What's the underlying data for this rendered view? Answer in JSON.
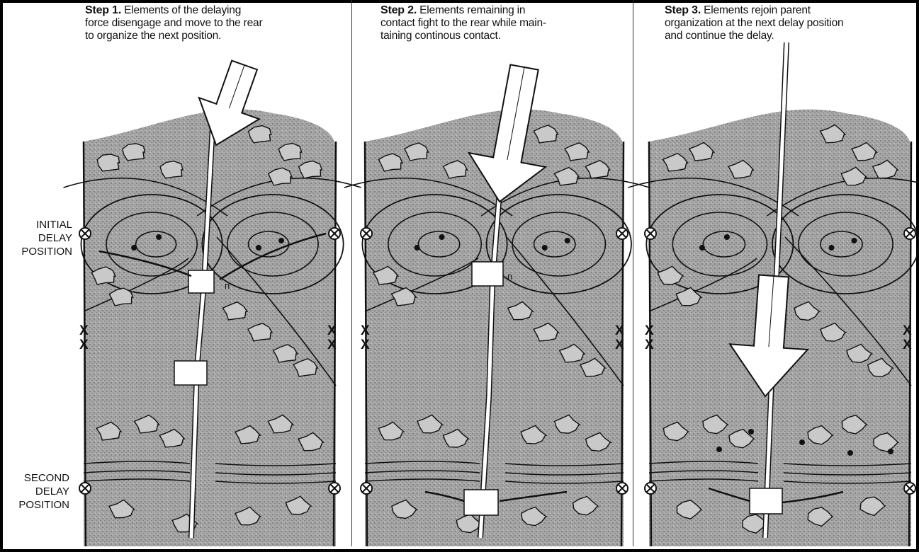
{
  "colors": {
    "terrain": "#9a9a9a",
    "terrainDark": "#6f6f6f",
    "ink": "#111111",
    "arrowFill": "#ffffff",
    "panelBg": "#ffffff"
  },
  "panels": [
    {
      "step": "Step 1.",
      "lines": [
        "Elements of the delaying",
        "force disengage and move to the rear",
        "to organize the next position."
      ]
    },
    {
      "step": "Step 2.",
      "lines": [
        "Elements remaining in",
        "contact fight to the rear while main-",
        "taining continous contact."
      ]
    },
    {
      "step": "Step 3.",
      "lines": [
        "Elements rejoin parent",
        "organization at the next delay position",
        "and continue the delay."
      ]
    }
  ],
  "labels": {
    "initial": [
      "INITIAL",
      "DELAY",
      "POSITION"
    ],
    "second": [
      "SECOND",
      "DELAY",
      "POSITION"
    ]
  },
  "symbols": {
    "obstacle": "X",
    "marker_letter": "n"
  }
}
